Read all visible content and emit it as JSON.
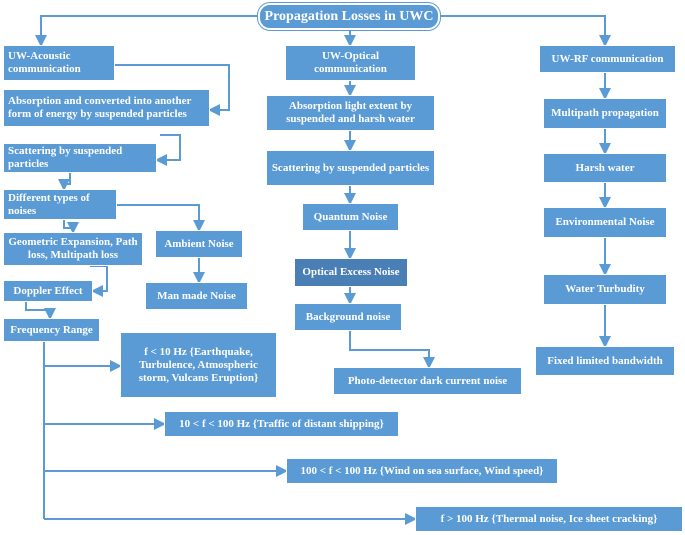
{
  "title": "Propagation Losses in UWC",
  "acoustic": {
    "header": "UW-Acoustic communication",
    "absorption": "Absorption and converted into another form of energy by suspended particles",
    "scattering": "Scattering by suspended particles",
    "noise_types": "Different types of noises",
    "geometric": "Geometric Expansion, Path loss, Multipath loss",
    "ambient": "Ambient Noise",
    "man_made": "Man made Noise",
    "doppler": "Doppler Effect",
    "frequency": "Frequency Range",
    "f_under_10": "f < 10 Hz {Earthquake, Turbulence, Atmospheric storm, Vulcans Eruption}",
    "f_10_100": "10 < f < 100 Hz {Traffic of distant shipping}",
    "f_100_wind": "100 < f < 100 Hz {Wind on sea surface, Wind speed}",
    "f_over_100": "f > 100 Hz {Thermal noise, Ice sheet cracking}"
  },
  "optical": {
    "header": "UW-Optical communication",
    "absorption": "Absorption light extent by suspended and harsh water",
    "scattering": "Scattering by suspended particles",
    "quantum": "Quantum Noise",
    "excess": "Optical Excess Noise",
    "background": "Background noise",
    "dark_current": "Photo-detector dark current noise"
  },
  "rf": {
    "header": "UW-RF communication",
    "multipath": "Multipath propagation",
    "harsh": "Harsh water",
    "environmental": "Environmental Noise",
    "turbidity": "Water Turbudity",
    "bandwidth": "Fixed limited bandwidth"
  },
  "colors": {
    "box_fill": "#5b9bd5",
    "box_dark": "#4a7fb5",
    "connector": "#5b9bd5",
    "text": "#ffffff"
  }
}
